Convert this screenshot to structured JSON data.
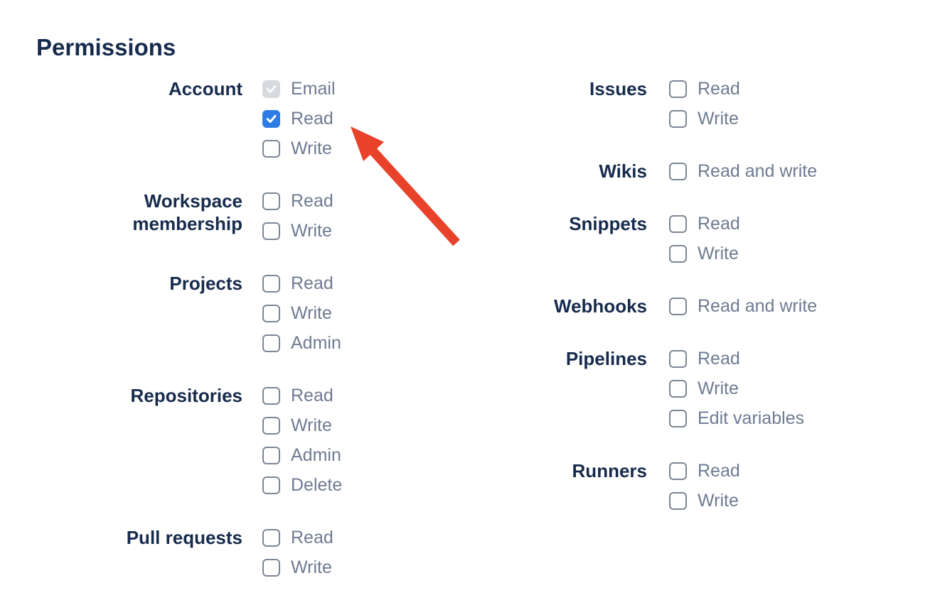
{
  "heading": "Permissions",
  "colors": {
    "heading_text": "#172b4d",
    "group_label_text": "#172b4d",
    "option_label_text": "#6e7b91",
    "checkbox_checked_bg": "#2d7ce5",
    "checkbox_disabled_bg": "#d6d9dd",
    "checkbox_unchecked_border": "#7d8694",
    "annotation_arrow": "#e8422b"
  },
  "columns": [
    {
      "sections": [
        {
          "label": "Account",
          "options": [
            {
              "label": "Email",
              "checked": true,
              "disabled": true
            },
            {
              "label": "Read",
              "checked": true,
              "disabled": false
            },
            {
              "label": "Write",
              "checked": false,
              "disabled": false
            }
          ]
        },
        {
          "label": "Workspace membership",
          "options": [
            {
              "label": "Read",
              "checked": false,
              "disabled": false
            },
            {
              "label": "Write",
              "checked": false,
              "disabled": false
            }
          ]
        },
        {
          "label": "Projects",
          "options": [
            {
              "label": "Read",
              "checked": false,
              "disabled": false
            },
            {
              "label": "Write",
              "checked": false,
              "disabled": false
            },
            {
              "label": "Admin",
              "checked": false,
              "disabled": false
            }
          ]
        },
        {
          "label": "Repositories",
          "options": [
            {
              "label": "Read",
              "checked": false,
              "disabled": false
            },
            {
              "label": "Write",
              "checked": false,
              "disabled": false
            },
            {
              "label": "Admin",
              "checked": false,
              "disabled": false
            },
            {
              "label": "Delete",
              "checked": false,
              "disabled": false
            }
          ]
        },
        {
          "label": "Pull requests",
          "options": [
            {
              "label": "Read",
              "checked": false,
              "disabled": false
            },
            {
              "label": "Write",
              "checked": false,
              "disabled": false
            }
          ]
        }
      ]
    },
    {
      "sections": [
        {
          "label": "Issues",
          "options": [
            {
              "label": "Read",
              "checked": false,
              "disabled": false
            },
            {
              "label": "Write",
              "checked": false,
              "disabled": false
            }
          ]
        },
        {
          "label": "Wikis",
          "options": [
            {
              "label": "Read and write",
              "checked": false,
              "disabled": false
            }
          ]
        },
        {
          "label": "Snippets",
          "options": [
            {
              "label": "Read",
              "checked": false,
              "disabled": false
            },
            {
              "label": "Write",
              "checked": false,
              "disabled": false
            }
          ]
        },
        {
          "label": "Webhooks",
          "options": [
            {
              "label": "Read and write",
              "checked": false,
              "disabled": false
            }
          ]
        },
        {
          "label": "Pipelines",
          "options": [
            {
              "label": "Read",
              "checked": false,
              "disabled": false
            },
            {
              "label": "Write",
              "checked": false,
              "disabled": false
            },
            {
              "label": "Edit variables",
              "checked": false,
              "disabled": false
            }
          ]
        },
        {
          "label": "Runners",
          "options": [
            {
              "label": "Read",
              "checked": false,
              "disabled": false
            },
            {
              "label": "Write",
              "checked": false,
              "disabled": false
            }
          ]
        }
      ]
    }
  ],
  "annotation": {
    "type": "arrow",
    "color": "#e8422b",
    "points_at": "account-read-checkbox"
  }
}
